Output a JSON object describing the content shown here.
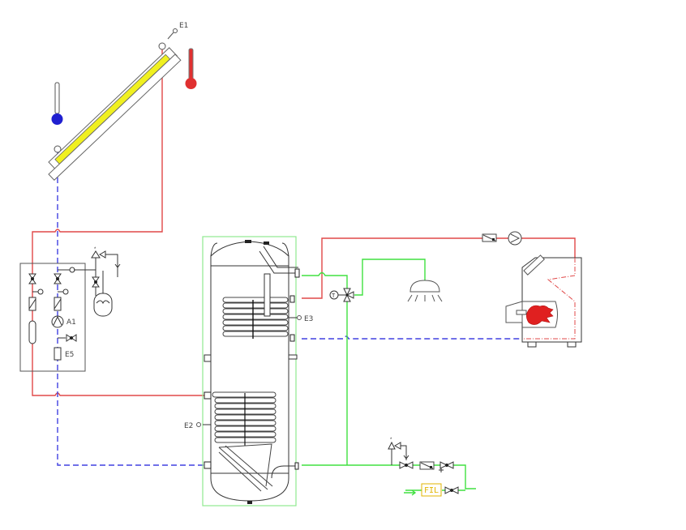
{
  "diagram": {
    "title": "Solar thermal DHW system with twin-coil storage tank and boiler",
    "colors": {
      "hot_line": "#e04848",
      "cold_line": "#4040e0",
      "dhw_line": "#40e040",
      "collector_absorber": "#f0f020",
      "hot_thermometer": "#e03030",
      "cold_thermometer": "#2020d0",
      "flame": "#e02020",
      "filter": "#e0b400",
      "tank_outline": "#90e890"
    },
    "labels": {
      "sensor_collector": "E1",
      "sensor_tank_bottom": "E2",
      "sensor_tank_top": "E3",
      "pump_station_pump": "A1",
      "flow_meter": "E5",
      "filter": "FIL",
      "thermostat_symbol": "T",
      "station_thermometer_symbol": "T"
    },
    "components": [
      {
        "id": "solar-collector",
        "label": "Solar collector"
      },
      {
        "id": "thermometer-hot",
        "label": "Hot thermometer"
      },
      {
        "id": "thermometer-cold",
        "label": "Cold thermometer"
      },
      {
        "id": "pump-station",
        "label": "Solar pump station"
      },
      {
        "id": "expansion-vessel",
        "label": "Expansion vessel"
      },
      {
        "id": "storage-tank",
        "label": "Twin-coil storage tank"
      },
      {
        "id": "mixing-valve",
        "label": "Thermostatic mixing valve"
      },
      {
        "id": "shower",
        "label": "Shower"
      },
      {
        "id": "boiler",
        "label": "Boiler"
      },
      {
        "id": "boiler-pump",
        "label": "Boiler circulation pump"
      },
      {
        "id": "cold-water-inlet",
        "label": "Cold water inlet group"
      }
    ]
  }
}
